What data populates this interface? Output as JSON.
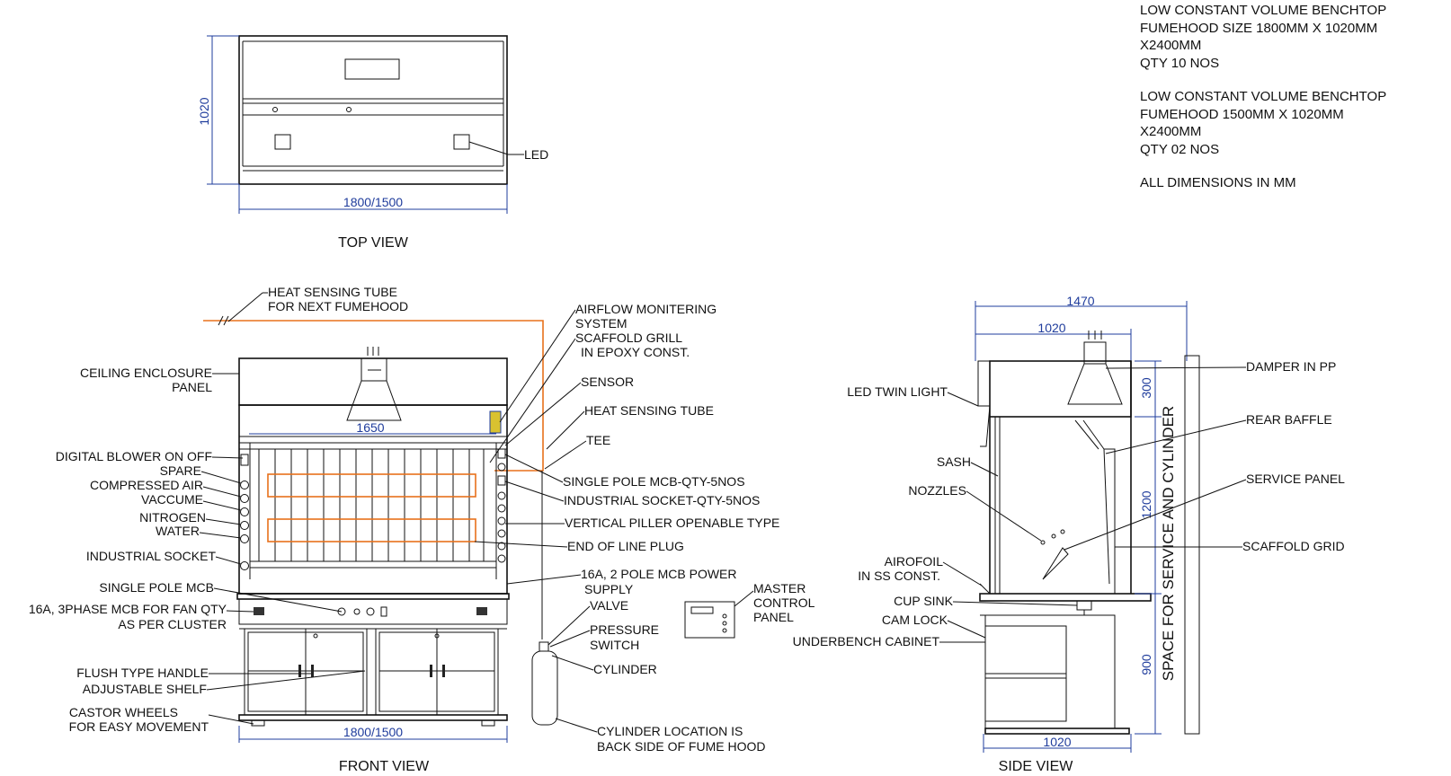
{
  "notes": {
    "block1": [
      "LOW CONSTANT VOLUME BENCHTOP",
      "FUMEHOOD SIZE 1800MM X 1020MM",
      "X2400MM",
      "QTY 10 NOS"
    ],
    "block2": [
      "LOW CONSTANT VOLUME BENCHTOP",
      "FUMEHOOD 1500MM  X 1020MM",
      "X2400MM",
      "QTY 02 NOS"
    ],
    "block3": [
      "ALL DIMENSIONS IN MM"
    ]
  },
  "top_view": {
    "title": "TOP VIEW",
    "dim_width": "1800/1500",
    "dim_depth": "1020",
    "label_led": "LED"
  },
  "front_view": {
    "title": "FRONT VIEW",
    "dim_width": "1800/1500",
    "dim_inner": "1650",
    "left_labels": [
      "CEILING ENCLOSURE",
      "PANEL",
      "DIGITAL BLOWER ON OFF",
      "SPARE",
      "COMPRESSED AIR",
      "VACCUME",
      "NITROGEN",
      "WATER",
      "INDUSTRIAL SOCKET",
      "SINGLE POLE MCB",
      "16A,  3PHASE MCB FOR FAN QTY",
      "AS PER CLUSTER",
      "FLUSH TYPE HANDLE",
      "ADJUSTABLE SHELF",
      "CASTOR WHEELS",
      "FOR EASY MOVEMENT"
    ],
    "right_labels": [
      "HEAT SENSING TUBE",
      "FOR NEXT FUMEHOOD",
      "AIRFLOW MONITERING",
      "SYSTEM",
      "SCAFFOLD GRILL",
      "IN EPOXY CONST.",
      "SENSOR",
      "HEAT SENSING TUBE",
      "TEE",
      "SINGLE POLE MCB-QTY-5NOS",
      "INDUSTRIAL SOCKET-QTY-5NOS",
      "VERTICAL PILLER OPENABLE TYPE",
      "END OF LINE PLUG",
      "16A,  2 POLE MCB POWER",
      "SUPPLY",
      "VALVE",
      "PRESSURE",
      "SWITCH",
      "CYLINDER",
      "MASTER",
      "CONTROL",
      "PANEL",
      "CYLINDER LOCATION IS",
      "BACK SIDE OF FUME HOOD"
    ]
  },
  "side_view": {
    "title": "SIDE VIEW",
    "dim_1470": "1470",
    "dim_1020_top": "1020",
    "dim_1020_bottom": "1020",
    "dim_300": "300",
    "dim_1200": "1200",
    "dim_900": "900",
    "space_label": "SPACE FOR SERVICE AND CYLINDER",
    "labels": [
      "LED TWIN LIGHT",
      "SASH",
      "NOZZLES",
      "AIROFOIL",
      "IN SS CONST.",
      "CUP SINK",
      "CAM LOCK",
      "UNDERBENCH CABINET",
      "DAMPER IN  PP",
      "REAR BAFFLE",
      "SERVICE PANEL",
      "SCAFFOLD GRID"
    ]
  },
  "colors": {
    "line": "#111111",
    "dimension": "#1f3c9c",
    "tube": "#e8711c",
    "light": "#d9c230"
  }
}
